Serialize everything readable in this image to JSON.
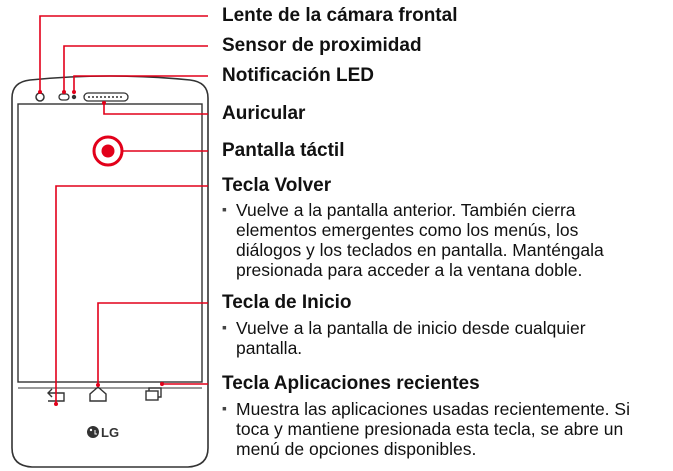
{
  "callouts": [
    {
      "id": "front-camera",
      "title": "Lente de la cámara frontal"
    },
    {
      "id": "proximity",
      "title": "Sensor de proximidad"
    },
    {
      "id": "led",
      "title": "Notificación LED"
    },
    {
      "id": "earpiece",
      "title": "Auricular"
    },
    {
      "id": "touchscreen",
      "title": "Pantalla táctil"
    },
    {
      "id": "back-key",
      "title": "Tecla Volver",
      "lines": [
        "Vuelve a la pantalla anterior. También cierra",
        "elementos emergentes como los menús, los",
        "diálogos y los teclados en pantalla. Manténgala",
        "presionada para acceder a la ventana doble."
      ]
    },
    {
      "id": "home-key",
      "title": "Tecla de Inicio",
      "lines": [
        "Vuelve a la pantalla de inicio desde cualquier",
        "pantalla."
      ]
    },
    {
      "id": "recent-key",
      "title": "Tecla Aplicaciones recientes",
      "lines": [
        "Muestra las aplicaciones usadas recientemente. Si",
        "toca y mantiene presionada esta tecla, se abre un",
        "menú de opciones disponibles."
      ]
    }
  ],
  "phone": {
    "brand": "LG"
  },
  "colors": {
    "leader": "#e2001a",
    "outline": "#333333"
  }
}
